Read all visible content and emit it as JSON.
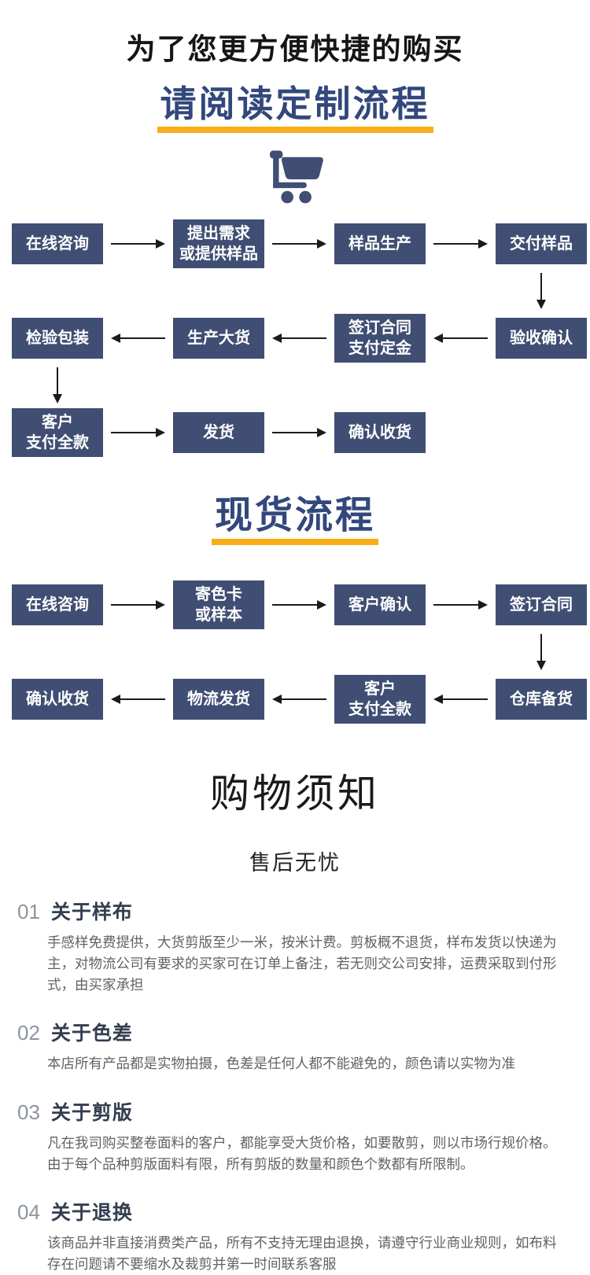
{
  "header": {
    "title": "为了您更方便快捷的购买",
    "custom_flow_heading": "请阅读定制流程"
  },
  "custom_flow": {
    "rows": [
      {
        "boxes": [
          "在线咨询",
          "提出需求\n或提供样品",
          "样品生产",
          "交付样品"
        ]
      },
      {
        "boxes": [
          "检验包装",
          "生产大货",
          "签订合同\n支付定金",
          "验收确认"
        ]
      },
      {
        "boxes": [
          "客户\n支付全款",
          "发货",
          "确认收货"
        ]
      }
    ]
  },
  "stock_flow": {
    "heading": "现货流程",
    "rows": [
      {
        "boxes": [
          "在线咨询",
          "寄色卡\n或样本",
          "客户确认",
          "签订合同"
        ]
      },
      {
        "boxes": [
          "确认收货",
          "物流发货",
          "客户\n支付全款",
          "仓库备货"
        ]
      }
    ]
  },
  "notice": {
    "title": "购物须知",
    "subtitle": "售后无忧",
    "items": [
      {
        "num": "01",
        "heading": "关于样布",
        "body": "手感样免费提供，大货剪版至少一米，按米计费。剪板概不退货，样布发货以快递为主，对物流公司有要求的买家可在订单上备注，若无则交公司安排，运费采取到付形式，由买家承担"
      },
      {
        "num": "02",
        "heading": "关于色差",
        "body": "本店所有产品都是实物拍摄，色差是任何人都不能避免的，颜色请以实物为准"
      },
      {
        "num": "03",
        "heading": "关于剪版",
        "body": "凡在我司购买整卷面料的客户，都能享受大货价格，如要散剪，则以市场行规价格。由于每个品种剪版面料有限，所有剪版的数量和颜色个数都有所限制。"
      },
      {
        "num": "04",
        "heading": "关于退换",
        "body": "该商品并非直接消费类产品，所有不支持无理由退换，请遵守行业商业规则，如布料存在问题请不要缩水及裁剪并第一时间联系客服"
      }
    ]
  },
  "colors": {
    "box_bg": "#404e73",
    "heading_blue": "#32487c",
    "underline_yellow": "#f9ad17",
    "arrow": "#1b1b1b"
  }
}
